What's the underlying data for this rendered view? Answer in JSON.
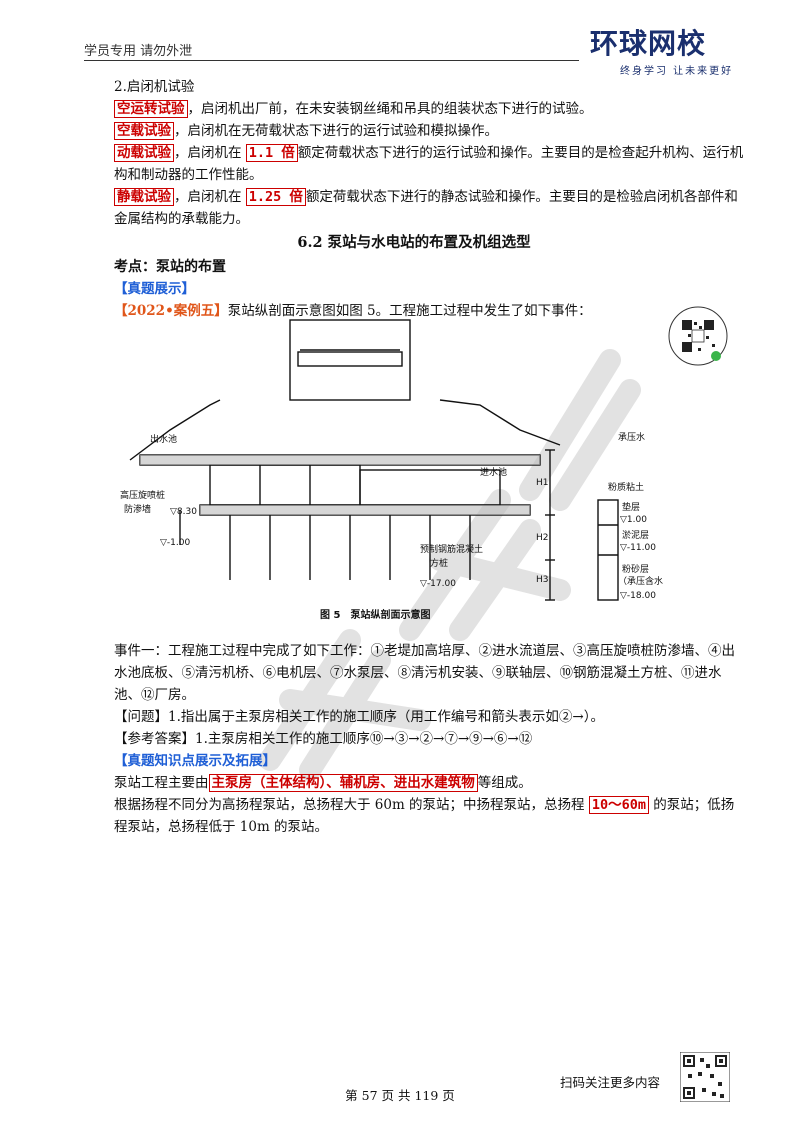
{
  "header": {
    "left_text": "学员专用 请勿外泄",
    "logo_text": "环球网校",
    "logo_slogan": "终身学习 让未来更好"
  },
  "sec2": {
    "heading": "2.启闭机试验",
    "items": [
      {
        "term": "空运转试验",
        "pre": "，启闭机出厂前，在未安装钢丝绳和吊具的组装状态下进行的试验。",
        "value": "",
        "post": ""
      },
      {
        "term": "空载试验",
        "pre": "，启闭机在无荷载状态下进行的运行试验和模拟操作。",
        "value": "",
        "post": ""
      },
      {
        "term": "动载试验",
        "pre": "，启闭机在",
        "value": "1.1 倍",
        "post": "额定荷载状态下进行的运行试验和操作。主要目的是检查起升机构、运行机构和制动器的工作性能。"
      },
      {
        "term": "静载试验",
        "pre": "，启闭机在",
        "value": "1.25 倍",
        "post": "额定荷载状态下进行的静态试验和操作。主要目的是检验启闭机各部件和金属结构的承载能力。"
      }
    ]
  },
  "section_title": "6.2 泵站与水电站的布置及机组选型",
  "kaodian": "考点：泵站的布置",
  "zhenti_label": "【真题展示】",
  "case": {
    "tag": "【2022•案例五】",
    "text": "泵站纵剖面示意图如图 5。工程施工过程中发生了如下事件："
  },
  "figure": {
    "caption": "图 5　泵站纵剖面示意图",
    "labels": {
      "outlet_pool": "出水池",
      "inlet_pool": "进水池",
      "jet_grout": "高压旋喷桩",
      "seepage_wall": "防渗墙",
      "precast_pile": "预制钢筋混凝土",
      "pile_word": "方桩",
      "confined_water": "承压水",
      "silty_clay": "粉质粘土",
      "cushion": "垫层",
      "silt": "淤泥层",
      "sand": "粉砂层",
      "aquifer": "（承压含水",
      "h1": "H1",
      "h2": "H2",
      "h3": "H3",
      "el_830": "▽8.30",
      "el_m100_left": "▽-1.00",
      "el_m1700": "▽-17.00",
      "el_100_right": "▽1.00",
      "el_m1100": "▽-11.00",
      "el_m1800": "▽-18.00"
    }
  },
  "event": {
    "text": "事件一：工程施工过程中完成了如下工作：①老堤加高培厚、②进水流道层、③高压旋喷桩防渗墙、④出水池底板、⑤清污机桥、⑥电机层、⑦水泵层、⑧清污机安装、⑨联轴层、⑩钢筋混凝土方桩、⑪进水池、⑫厂房。"
  },
  "question": "【问题】1.指出属于主泵房相关工作的施工顺序（用工作编号和箭头表示如②→）。",
  "answer": "【参考答案】1.主泵房相关工作的施工顺序⑩→③→②→⑦→⑨→⑥→⑫",
  "knowledge_label": "【真题知识点展示及拓展】",
  "composition": {
    "pre": "泵站工程主要由",
    "highlight": "主泵房（主体结构）、辅机房、进出水建筑物",
    "post": "等组成。"
  },
  "lift": {
    "pre": "根据扬程不同分为高扬程泵站，总扬程大于 60m 的泵站；中扬程泵站，总扬程 ",
    "highlight": "10～60m",
    "post": " 的泵站；低扬程泵站，总扬程低于 10m 的泵站。"
  },
  "footer": {
    "page": "第 57 页 共 119 页",
    "scan": "扫码关注更多内容"
  }
}
